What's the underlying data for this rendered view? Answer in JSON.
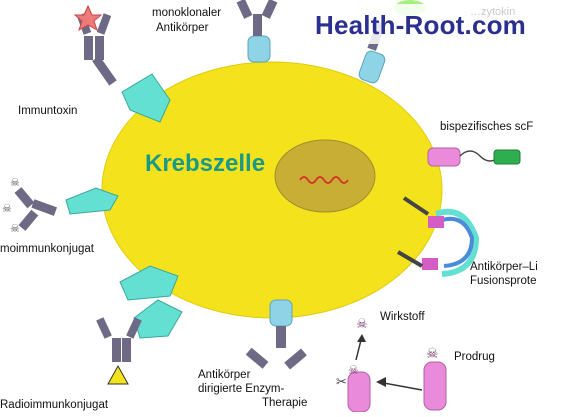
{
  "brand": "Health-Root.com",
  "cell_label": "Krebszelle",
  "faded_text": "…zytokin",
  "labels": {
    "monoclonal_1": "monoklonaler",
    "monoclonal_2": "Antikörper",
    "immunotoxin": "Immuntoxin",
    "bispecific": "bispezifisches scF",
    "chemo": "moimmunkonjugat",
    "ligand_1": "Antikörper–Li",
    "ligand_2": "Fusionsprote",
    "wirkstoff": "Wirkstoff",
    "prodrug": "Prodrug",
    "adept_1": "Antikörper",
    "adept_2": "dirigierte Enzym-",
    "adept_3": "Therapie",
    "radio": "Radioimmunkonjugat"
  },
  "colors": {
    "cell": "#f3e21c",
    "nucleus": "#c8ae34",
    "antibody": "#6e6a86",
    "cyan": "#63e0d2",
    "pink": "#e98adb",
    "green": "#2fae4f",
    "brand": "#2b2f8f",
    "cell_text": "#1a9a86"
  }
}
